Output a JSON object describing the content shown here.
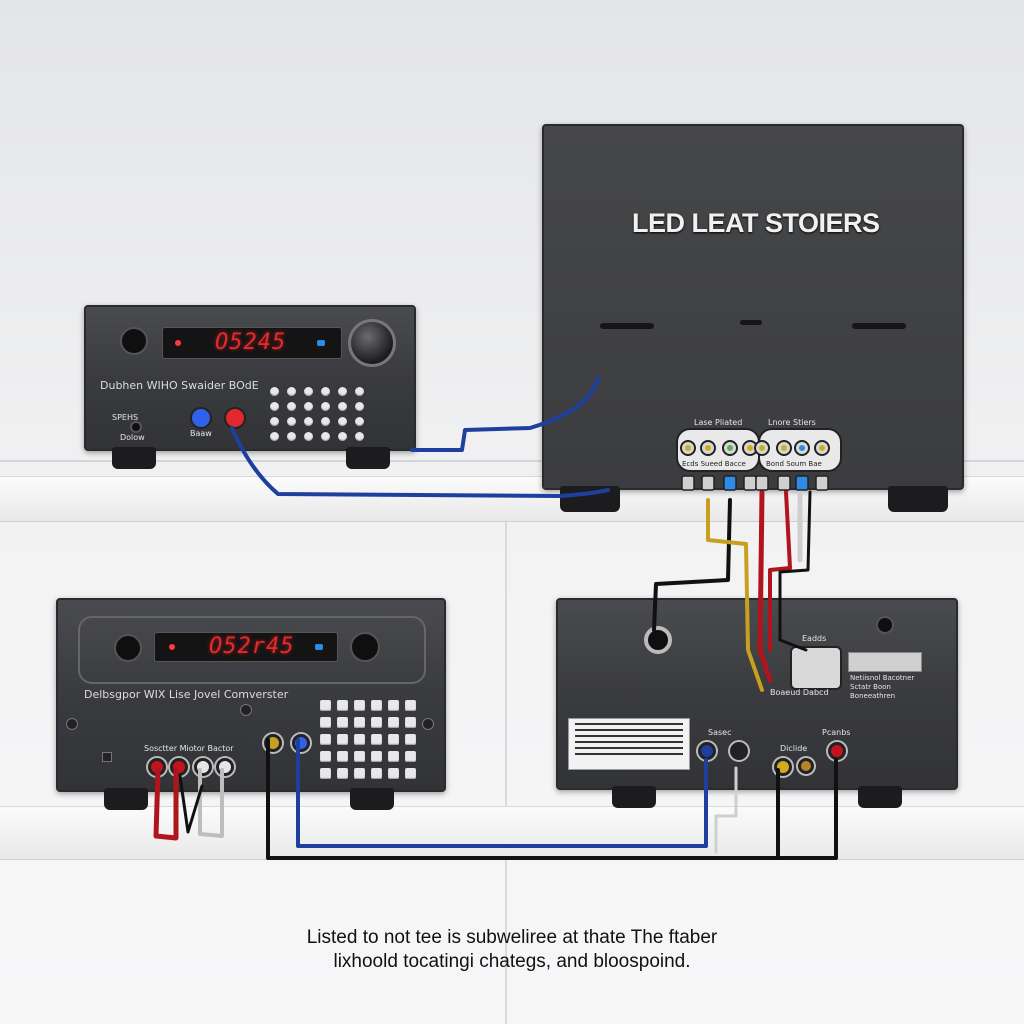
{
  "top_left_device": {
    "display_value": "O5245",
    "label": "Dubhen WIHO Swaider BOdE",
    "left_caption_1": "SPEHS",
    "left_caption_2": "Dolow",
    "blue_caption": "Baaw"
  },
  "speaker_box": {
    "title": "LED LEAT STOIERS",
    "terminal_label_left": "Lase Pliated",
    "terminal_label_right": "Lnore Stiers",
    "terminal_small_left": "Ecds Sueed Bacce",
    "terminal_small_right": "Bond Soum Bae"
  },
  "bottom_left_device": {
    "display_value": "O52r45",
    "label": "Delbsgpor WIX Lise Jovel Comverster",
    "connector_caption": "Sosctter Miotor Bactor"
  },
  "bottom_right_device": {
    "block_label": "Eadds",
    "block_caption": "Boaeud Dabcd",
    "side_caption": "Netiisnol Bacotner Sctatr Boon Boneeathren",
    "jack_labels": [
      "Sasec",
      "Diclide",
      "Pcanbs"
    ]
  },
  "caption": {
    "line1": "Listed to not tee is subweliree at thate The ftaber",
    "line2": "lixhoold tocatingi chategs, and bloospoind."
  },
  "colors": {
    "cable_blue": "#1e3f9e",
    "cable_red": "#b0141c",
    "cable_yellow": "#c8a020",
    "cable_black": "#111111",
    "cable_white": "#d8d8d8",
    "led_red": "#e8292b"
  }
}
